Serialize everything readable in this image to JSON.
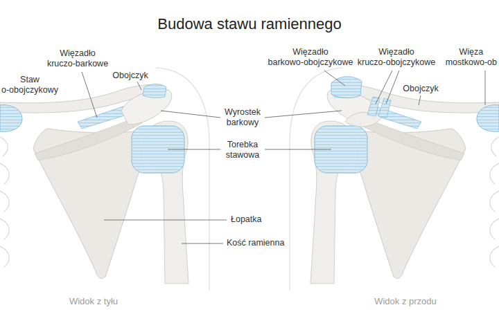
{
  "diagram": {
    "title": "Budowa stawu ramiennego",
    "labels": [
      "Więzadło kruczo-barkowe",
      "Obojczyk",
      "Staw o-obojczykowy",
      "Wyrostek barkowy",
      "Torebka stawowa",
      "Łopatka",
      "Kość ramienna",
      "Widok z tyłu",
      "Więzadło barkowo-obojczykowe",
      "Więzadło kruczo-obojczykowe",
      "Obojczyk",
      "Więza mostkowo-ob",
      "Widok z przodu"
    ]
  }
}
